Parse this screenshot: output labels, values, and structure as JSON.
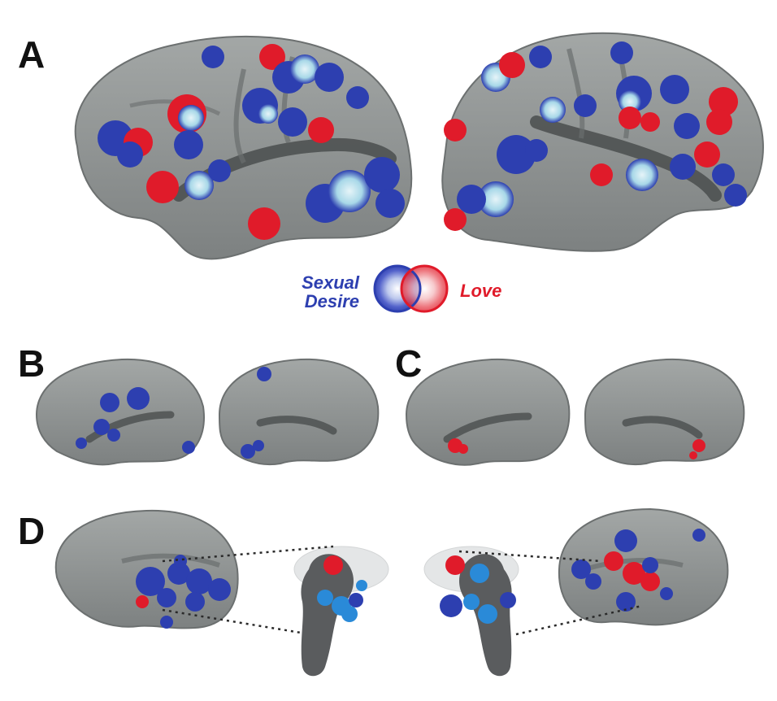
{
  "panels": {
    "a": "A",
    "b": "B",
    "c": "C",
    "d": "D"
  },
  "legend": {
    "sexual_desire_line1": "Sexual",
    "sexual_desire_line2": "Desire",
    "love": "Love"
  },
  "colors": {
    "background": "#ffffff",
    "brain_surface": "#8f9392",
    "sulcus": "#4a4e4e",
    "sexual_desire": "#2d3fb0",
    "love": "#e01b2a",
    "overlap": "#a8d8e8",
    "subcortical": "#5a5c5e",
    "subcortical_highlight": "#2a8ad8"
  }
}
